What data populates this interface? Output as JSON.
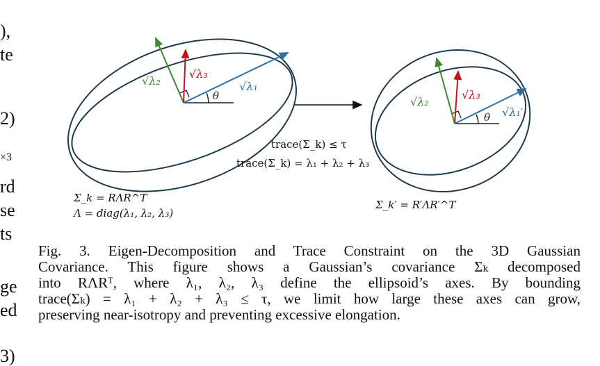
{
  "left_column_fragments": [
    {
      "text": "),"
    },
    {
      "text": "te"
    },
    {
      "text": "2)"
    },
    {
      "text": "×3"
    },
    {
      "text": "rd"
    },
    {
      "text": "se"
    },
    {
      "text": "ts"
    },
    {
      "text": "ge"
    },
    {
      "text": "ed"
    },
    {
      "text": "3)"
    }
  ],
  "figure": {
    "left_ellipsoid": {
      "lambda1": "√λ₁",
      "lambda2": "√λ₂",
      "lambda3": "√λ₃",
      "theta": "θ",
      "sigma_eq": "Σ_k = RΛR^T",
      "lambda_eq": "Λ = diag(λ₁, λ₂, λ₃)"
    },
    "right_ellipsoid": {
      "lambda1": "√λ₁′",
      "lambda2": "√λ₂",
      "lambda3": "√λ₃",
      "theta": "θ",
      "sigma_eq": "Σ_k′ = R′ΛR′^T"
    },
    "constraint_line1": "trace(Σ_k) ≤ τ",
    "constraint_line2": "trace(Σ_k) = λ₁ + λ₂ + λ₃",
    "colors": {
      "ellipse": "#1f3a4d",
      "lambda1": "#2e6fa8",
      "lambda2": "#3e8a2e",
      "lambda3": "#c0141c",
      "axis": "#222222"
    }
  },
  "caption": {
    "lines": [
      "Fig. 3. Eigen-Decomposition and Trace Constraint on the 3D Gaussian",
      "Covariance. This figure shows a Gaussian’s covariance Σₖ decomposed",
      "into RΛRᵀ, where λ₁, λ₂, λ₃ define the ellipsoid’s axes. By bounding",
      "trace(Σₖ) = λ₁ + λ₂ + λ₃ ≤ τ, we limit how large these axes can grow,",
      "preserving near-isotropy and preventing excessive elongation."
    ]
  }
}
